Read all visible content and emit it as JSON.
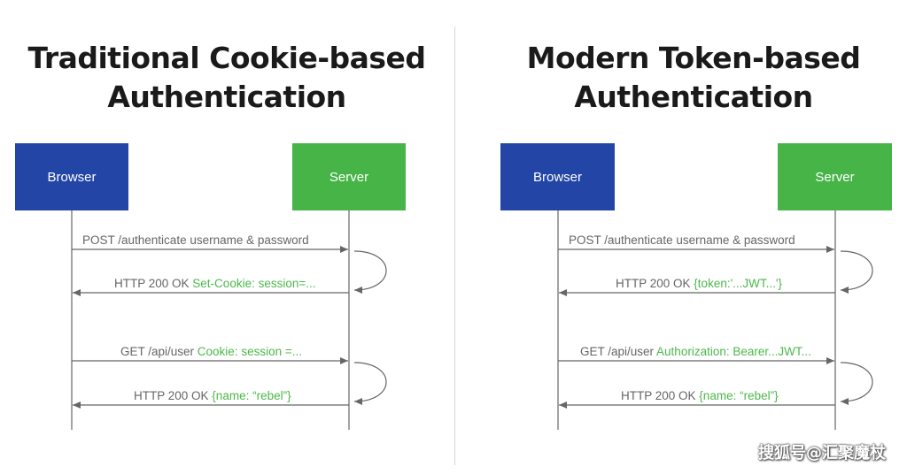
{
  "colors": {
    "browser": "#2346a6",
    "server": "#47b448",
    "highlight": "#4cb84a",
    "line": "#666666"
  },
  "left": {
    "title_line1": "Traditional Cookie-based",
    "title_line2": "Authentication",
    "browser_label": "Browser",
    "server_label": "Server",
    "messages": [
      {
        "plain": "POST /authenticate username & password",
        "highlight": ""
      },
      {
        "plain": "HTTP 200 OK ",
        "highlight": "Set-Cookie: session=..."
      },
      {
        "plain": "GET /api/user ",
        "highlight": "Cookie: session =..."
      },
      {
        "plain": "HTTP 200 OK ",
        "highlight": "{name: “rebel”}"
      }
    ]
  },
  "right": {
    "title_line1": "Modern Token-based",
    "title_line2": "Authentication",
    "browser_label": "Browser",
    "server_label": "Server",
    "messages": [
      {
        "plain": "POST /authenticate username & password",
        "highlight": ""
      },
      {
        "plain": "HTTP 200 OK ",
        "highlight": "{token:'...JWT...'}"
      },
      {
        "plain": "GET /api/user ",
        "highlight": "Authorization: Bearer...JWT..."
      },
      {
        "plain": "HTTP 200 OK ",
        "highlight": "{name: “rebel”}"
      }
    ]
  },
  "watermark": "搜狐号@汇聚魔杖"
}
